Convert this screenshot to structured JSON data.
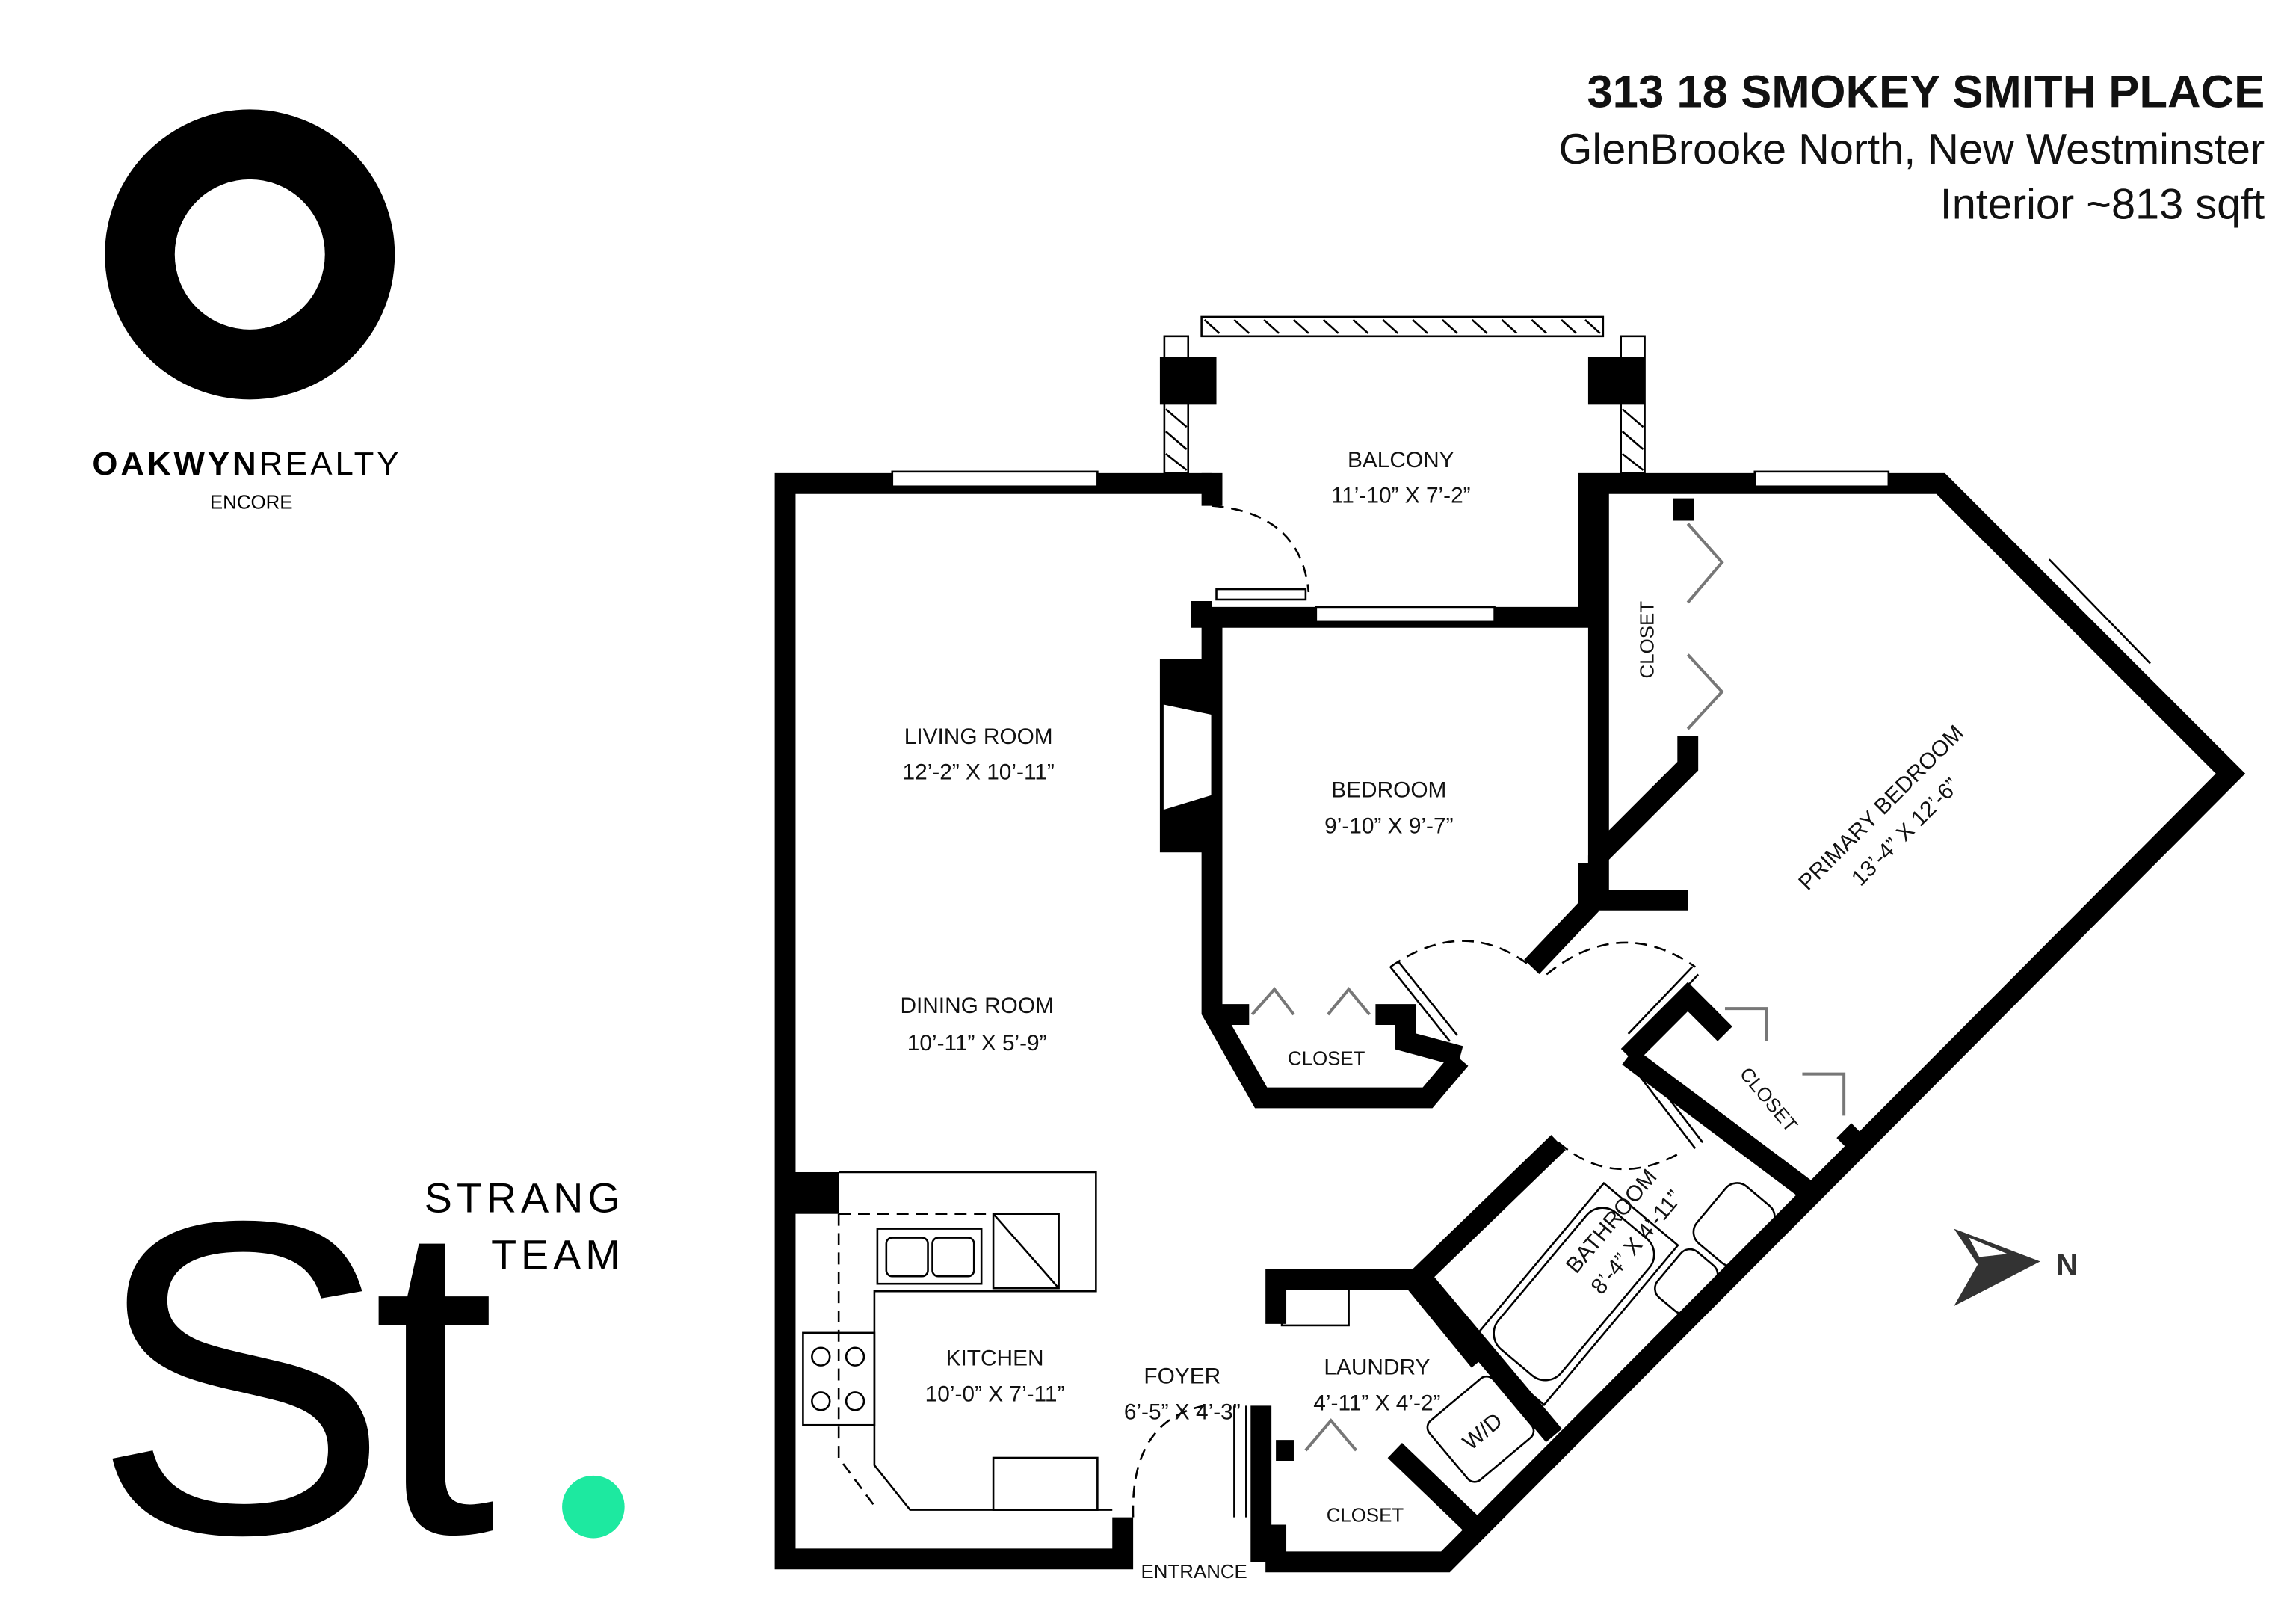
{
  "header": {
    "address": "313 18 SMOKEY SMITH PLACE",
    "area": "GlenBrooke North, New Westminster",
    "size": "Interior ~813 sqft"
  },
  "brand": {
    "oakwyn_name_bold": "OAKWYN",
    "oakwyn_name_light": "REALTY",
    "oakwyn_sub": "ENCORE",
    "team_logo_letters": "St",
    "team_line1": "STRANG",
    "team_line2": "TEAM",
    "accent_color": "#1DE9A0"
  },
  "rooms": {
    "balcony": {
      "name": "BALCONY",
      "dims": "11’-10” X 7’-2”"
    },
    "living": {
      "name": "LIVING ROOM",
      "dims": "12’-2” X 10’-11”"
    },
    "bedroom": {
      "name": "BEDROOM",
      "dims": "9’-10” X 9’-7”"
    },
    "primary": {
      "name": "PRIMARY BEDROOM",
      "dims": "13’-4” X 12’-6”"
    },
    "dining": {
      "name": "DINING ROOM",
      "dims": "10’-11” X 5’-9”"
    },
    "kitchen": {
      "name": "KITCHEN",
      "dims": "10’-0” X 7’-11”"
    },
    "foyer": {
      "name": "FOYER",
      "dims": "6’-5” X 4’-3”"
    },
    "laundry": {
      "name": "LAUNDRY",
      "dims": "4’-11” X 4’-2”"
    },
    "bathroom": {
      "name": "BATHROOM",
      "dims": "8’-4” X 4’-11”"
    },
    "closet_label": "CLOSET",
    "wd_label": "W/D",
    "entrance_label": "ENTRANCE"
  },
  "compass": {
    "icon": "north-arrow-icon",
    "label": "N"
  }
}
